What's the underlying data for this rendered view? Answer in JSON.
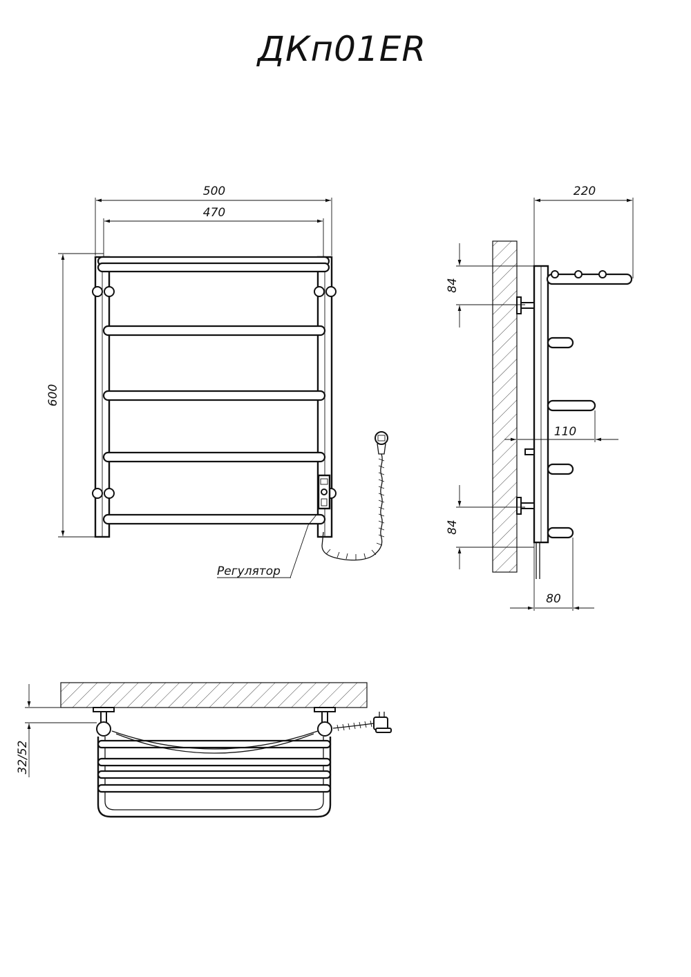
{
  "model": "ДКп01ER",
  "labels": {
    "regulator": "Регулятор"
  },
  "dimensions": {
    "overall_width": "500",
    "center_distance": "470",
    "height": "600",
    "depth": "220",
    "mount_offset_top": "84",
    "mount_offset_bottom": "84",
    "bar_projection": "110",
    "wall_distance": "80",
    "wall_gap": "32/52"
  }
}
